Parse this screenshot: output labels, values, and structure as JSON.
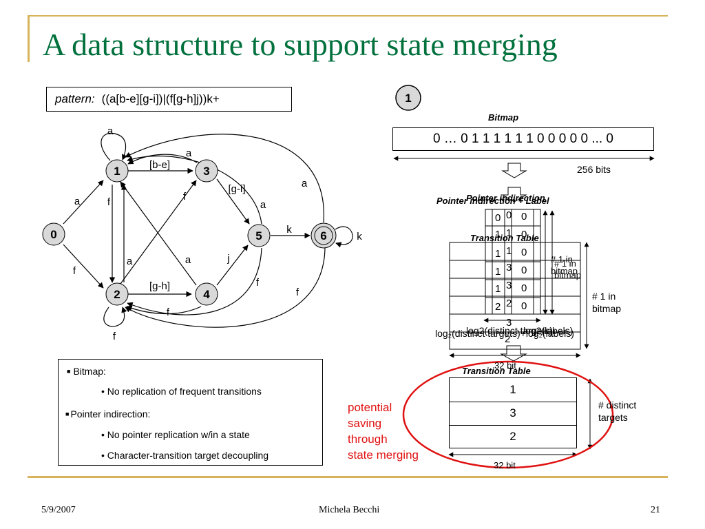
{
  "title": "A data structure to support state merging",
  "pattern": {
    "label": "pattern:",
    "value": "((a[b-e][g-i])|(f[g-h]j))k+"
  },
  "graph": {
    "nodes": [
      "0",
      "1",
      "2",
      "3",
      "4",
      "5",
      "6"
    ],
    "edge_labels": {
      "loop_1": "a",
      "n0_1": "a",
      "n0_2": "f",
      "n1_3": "[b-e]",
      "n1_2": "f",
      "n2_1": "a",
      "n2_3": "f",
      "n3_5": "[g-i]",
      "n3_1": "a",
      "n2_4": "[g-h]",
      "n4_1": "a",
      "n4_5": "j",
      "n4_2": "f",
      "n5_6": "k",
      "n5_1": "a",
      "n5_2": "f",
      "n6_1": "a",
      "n6_2": "f",
      "loop_6": "k",
      "loop_2": "f"
    }
  },
  "step": "1",
  "bitmap": {
    "heading": "Bitmap",
    "value": "0 … 0 1 1 1 1 1 1 0 0 0 0 0 ... 0",
    "size_label": "256 bits"
  },
  "ghost": {
    "pointer_heading": "Pointer indirection",
    "pointer_label_heading": "Pointer indirection + Label",
    "transition_heading": "Transition Table",
    "rows_a": [
      "0",
      "1",
      "1",
      "1",
      "1",
      "2"
    ],
    "rows_b": [
      "0",
      "1",
      "1",
      "3",
      "3",
      "2"
    ],
    "rows_c": [
      "0",
      "0",
      "0",
      "0",
      "0",
      "0"
    ],
    "rows_d": [
      "3",
      "3",
      "2"
    ],
    "count_label_a": "# 1 in bitmap",
    "count_label_b": "# 1 in bitmap",
    "log_label_a": "log2(distinct targets)",
    "log_label_b": "log2(labels)",
    "log_label_full": "log₂(distinct targets)+log₂(labels)",
    "width_label": "32 bit"
  },
  "transition_table": {
    "heading": "Transition Table",
    "rows": [
      "1",
      "3",
      "2"
    ],
    "count_label": "# distinct targets",
    "width_label": "32 bit"
  },
  "potential": [
    "potential",
    "saving",
    "through",
    "state merging"
  ],
  "notes": {
    "bitmap": "Bitmap:",
    "bitmap_detail": "• No replication of frequent transitions",
    "pointer": "Pointer indirection:",
    "pointer_detail_1": "• No pointer replication w/in a state",
    "pointer_detail_2": "• Character-transition target decoupling"
  },
  "footer": {
    "date": "5/9/2007",
    "author": "Michela Becchi",
    "page": "21"
  },
  "colors": {
    "title": "#00703c",
    "accent": "#d7b45a",
    "highlight": "#e01010",
    "node": "#d9d9d9"
  }
}
